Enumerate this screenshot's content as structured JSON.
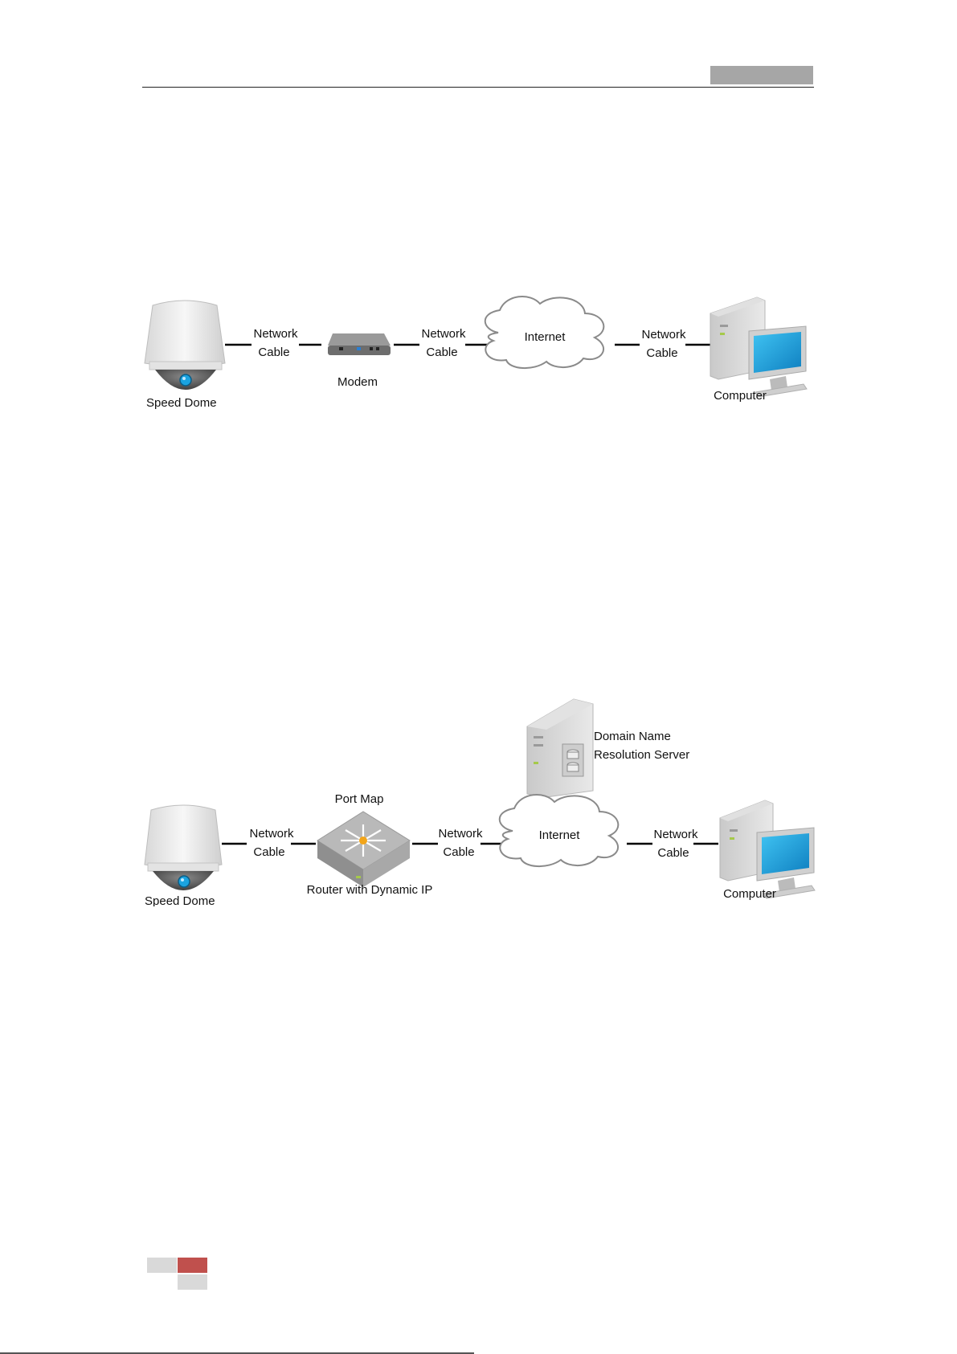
{
  "diagram1": {
    "speed_dome": "Speed Dome",
    "cable1_line1": "Network",
    "cable1_line2": "Cable",
    "modem": "Modem",
    "cable2_line1": "Network",
    "cable2_line2": "Cable",
    "internet": "Internet",
    "cable3_line1": "Network",
    "cable3_line2": "Cable",
    "computer": "Computer"
  },
  "diagram2": {
    "speed_dome": "Speed Dome",
    "cable1_line1": "Network",
    "cable1_line2": "Cable",
    "port_map": "Port Map",
    "router": "Router with Dynamic IP",
    "cable2_line1": "Network",
    "cable2_line2": "Cable",
    "server_line1": "Domain Name",
    "server_line2": "Resolution Server",
    "internet": "Internet",
    "cable3_line1": "Network",
    "cable3_line2": "Cable",
    "computer": "Computer"
  },
  "colors": {
    "accent_red": "#c0504d",
    "light_gray": "#d9d9d9",
    "header_gray": "#a6a6a6",
    "screen_blue": "#1aa3e0"
  }
}
